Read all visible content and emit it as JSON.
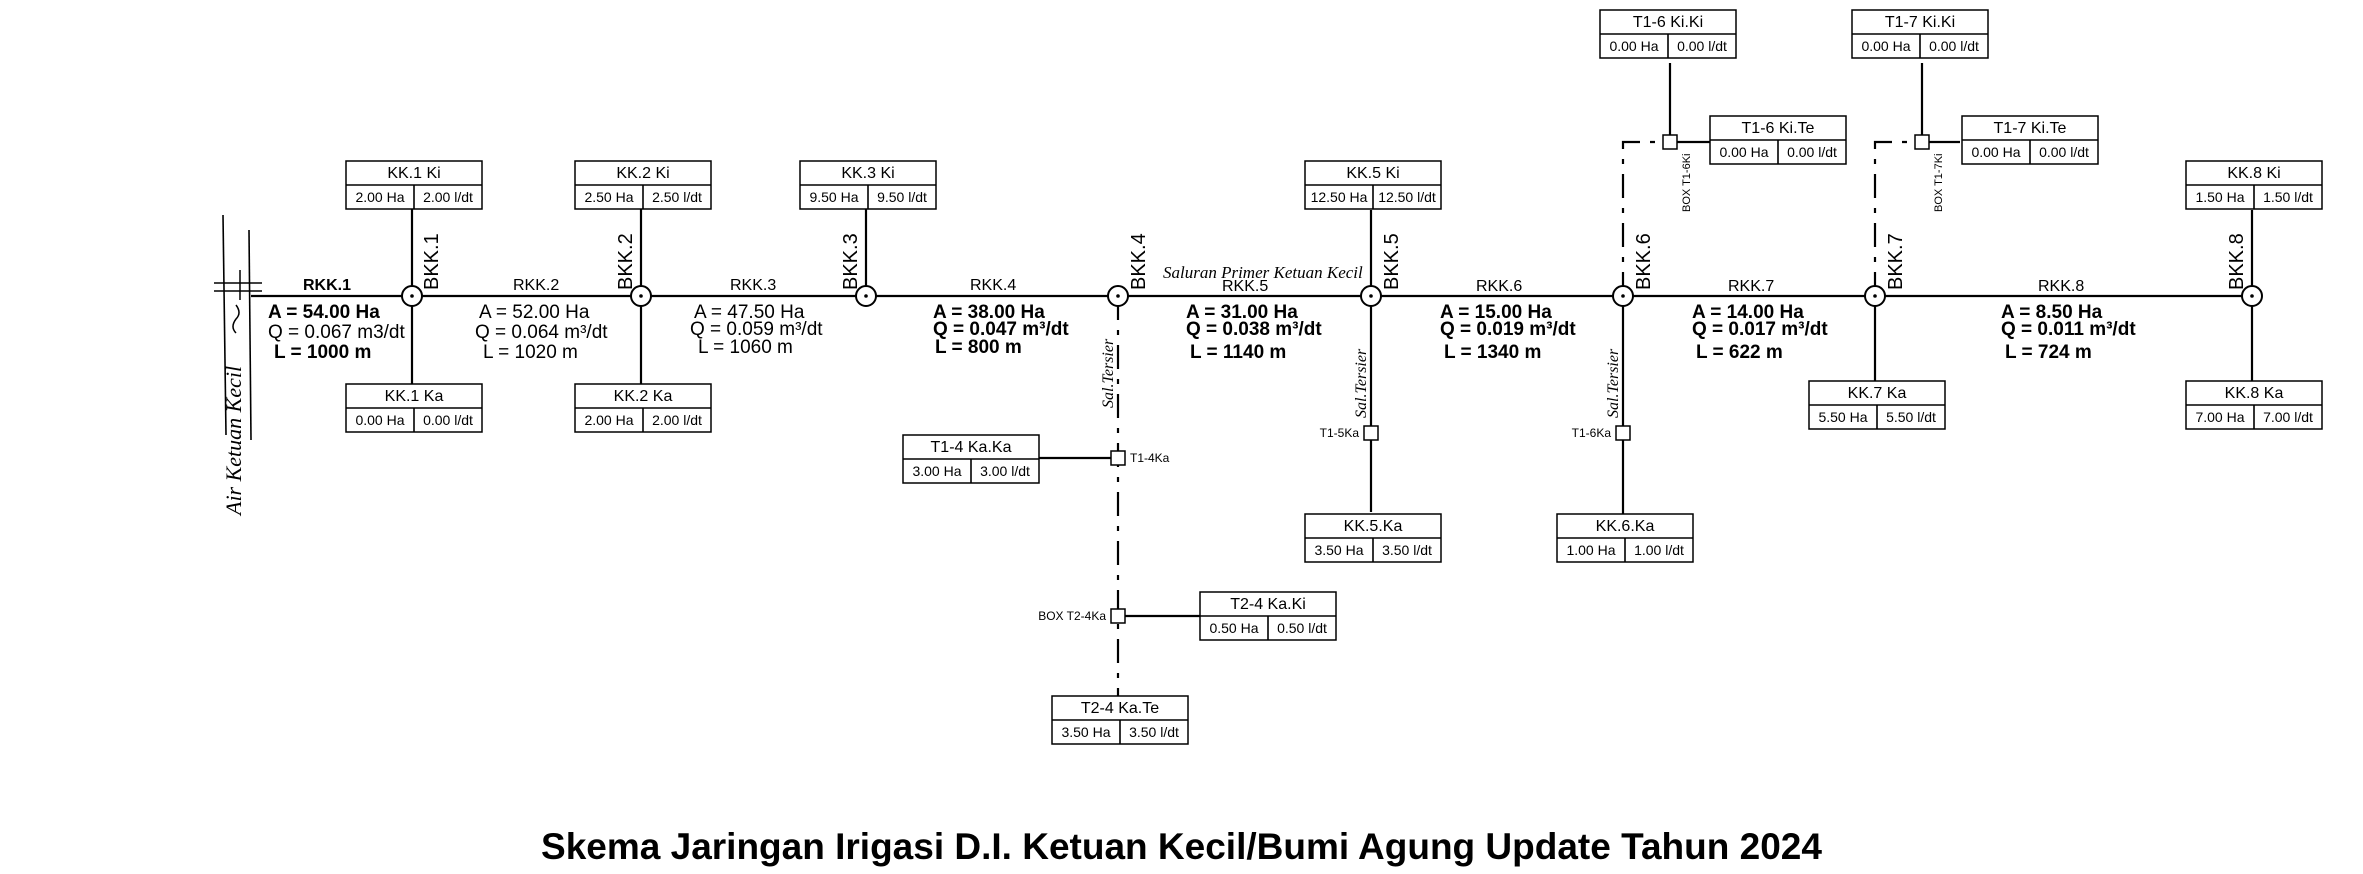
{
  "title": "Skema Jaringan Irigasi D.I. Ketuan Kecil/Bumi Agung Update Tahun 2024",
  "river_label": "Air Ketuan Kecil",
  "primary_label": "Saluran Primer Ketuan Kecil",
  "tertiary_label": "Sal.Tersier",
  "structures": [
    "BKK.1",
    "BKK.2",
    "BKK.3",
    "BKK.4",
    "BKK.5",
    "BKK.6",
    "BKK.7",
    "BKK.8"
  ],
  "reaches": [
    {
      "name": "RKK.1",
      "A": "A = 54.00 Ha",
      "Q": "Q = 0.067 m3/dt",
      "L": "L = 1000  m"
    },
    {
      "name": "RKK.2",
      "A": "A = 52.00 Ha",
      "Q": "Q = 0.064 m³/dt",
      "L": "L = 1020  m"
    },
    {
      "name": "RKK.3",
      "A": "A = 47.50 Ha",
      "Q": "Q = 0.059 m³/dt",
      "L": "L = 1060  m"
    },
    {
      "name": "RKK.4",
      "A": "A = 38.00 Ha",
      "Q": "Q = 0.047 m³/dt",
      "L": "L = 800    m"
    },
    {
      "name": "RKK.5",
      "A": "A = 31.00 Ha",
      "Q": "Q = 0.038 m³/dt",
      "L": "L = 1140  m"
    },
    {
      "name": "RKK.6",
      "A": "A = 15.00  Ha",
      "Q": "Q = 0.019  m³/dt",
      "L": "L = 1340   m"
    },
    {
      "name": "RKK.7",
      "A": "A = 14.00  Ha",
      "Q": "Q = 0.017  m³/dt",
      "L": "L = 622     m"
    },
    {
      "name": "RKK.8",
      "A": "A =   8.50  Ha",
      "Q": "Q = 0.011  m³/dt",
      "L": "L = 724     m"
    }
  ],
  "boxes": [
    {
      "name": "KK.1 Ki",
      "area": "2.00 Ha",
      "flow": "2.00 l/dt"
    },
    {
      "name": "KK.1 Ka",
      "area": "0.00 Ha",
      "flow": "0.00 l/dt"
    },
    {
      "name": "KK.2 Ki",
      "area": "2.50 Ha",
      "flow": "2.50 l/dt"
    },
    {
      "name": "KK.2 Ka",
      "area": "2.00 Ha",
      "flow": "2.00 l/dt"
    },
    {
      "name": "KK.3 Ki",
      "area": "9.50 Ha",
      "flow": "9.50 l/dt"
    },
    {
      "name": "KK.5 Ki",
      "area": "12.50 Ha",
      "flow": "12.50 l/dt"
    },
    {
      "name": "KK.5.Ka",
      "area": "3.50 Ha",
      "flow": "3.50 l/dt"
    },
    {
      "name": "KK.6.Ka",
      "area": "1.00 Ha",
      "flow": "1.00 l/dt"
    },
    {
      "name": "KK.7 Ka",
      "area": "5.50 Ha",
      "flow": "5.50 l/dt"
    },
    {
      "name": "KK.8 Ki",
      "area": "1.50 Ha",
      "flow": "1.50 l/dt"
    },
    {
      "name": "KK.8 Ka",
      "area": "7.00 Ha",
      "flow": "7.00 l/dt"
    },
    {
      "name": "T1-4 Ka.Ka",
      "area": "3.00 Ha",
      "flow": "3.00 l/dt"
    },
    {
      "name": "T2-4 Ka.Ki",
      "area": "0.50 Ha",
      "flow": "0.50 l/dt"
    },
    {
      "name": "T2-4 Ka.Te",
      "area": "3.50 Ha",
      "flow": "3.50 l/dt"
    },
    {
      "name": "T1-6 Ki.Ki",
      "area": "0.00 Ha",
      "flow": "0.00 l/dt"
    },
    {
      "name": "T1-6 Ki.Te",
      "area": "0.00 Ha",
      "flow": "0.00 l/dt"
    },
    {
      "name": "T1-7 Ki.Ki",
      "area": "0.00 Ha",
      "flow": "0.00 l/dt"
    },
    {
      "name": "T1-7 Ki.Te",
      "area": "0.00 Ha",
      "flow": "0.00 l/dt"
    }
  ],
  "tertiary_boxes": [
    "T1-4Ka",
    "BOX T2-4Ka",
    "T1-5Ka",
    "T1-6Ka",
    "BOX T1-6Ki",
    "BOX T1-7Ki"
  ]
}
